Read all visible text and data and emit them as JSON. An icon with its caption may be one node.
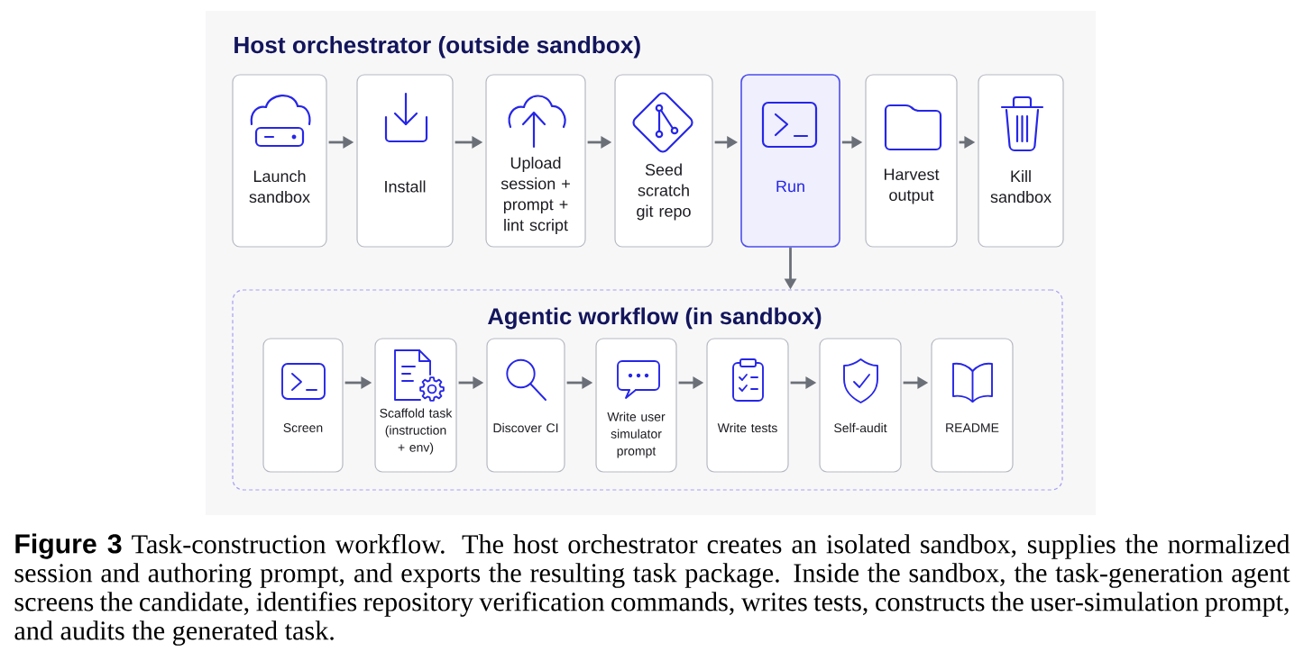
{
  "diagram": {
    "title": "Host orchestrator (outside sandbox)",
    "caption": "**Figure 3** Task-construction workflow. The host orchestrator creates an isolated sandbox, supplies the normalized session and authoring prompt, and exports the resulting task package. Inside the sandbox, the task-generation agent screens the candidate, identifies repository verification commands, writes tests, constructs the user-simulation prompt, and audits the generated task.",
    "nodes": [
      {
        "text": [
          "Launch sandbox"
        ]
      },
      {
        "text": [
          "Install"
        ]
      },
      {
        "text": [
          "Upload session + prompt + lint script"
        ]
      },
      {
        "text": [
          "Seed scratch git repo"
        ]
      },
      {
        "text": [
          "Run"
        ]
      },
      {
        "text": [
          "Harvest output"
        ]
      },
      {
        "text": [
          "Kill sandbox"
        ]
      },
      {
        "text": [
          "Agentic workflow (in sandbox)"
        ]
      },
      {
        "text": [
          "Screen"
        ],
        "in": 7
      },
      {
        "text": [
          "Scaffold task (instruction + env)"
        ],
        "in": 7
      },
      {
        "text": [
          "Discover CI"
        ],
        "in": 7
      },
      {
        "text": [
          "Write user simulator prompt"
        ],
        "in": 7
      },
      {
        "text": [
          "Write tests"
        ],
        "in": 7
      },
      {
        "text": [
          "Self-audit"
        ],
        "in": 7
      },
      {
        "text": [
          "README"
        ],
        "in": 7
      }
    ],
    "edges": [
      {
        "from": 0,
        "to": 1,
        "arrow": "to"
      },
      {
        "from": 1,
        "to": 2,
        "arrow": "to"
      },
      {
        "from": 2,
        "to": 3,
        "arrow": "to"
      },
      {
        "from": 3,
        "to": 4,
        "arrow": "to"
      },
      {
        "from": 4,
        "to": 5,
        "arrow": "to"
      },
      {
        "from": 5,
        "to": 6,
        "arrow": "to"
      },
      {
        "from": 4,
        "to": 7,
        "arrow": "to"
      },
      {
        "from": 8,
        "to": 9,
        "arrow": "to"
      },
      {
        "from": 9,
        "to": 10,
        "arrow": "to"
      },
      {
        "from": 10,
        "to": 11,
        "arrow": "to"
      },
      {
        "from": 11,
        "to": 12,
        "arrow": "to"
      },
      {
        "from": 12,
        "to": 13,
        "arrow": "to"
      },
      {
        "from": 13,
        "to": 14,
        "arrow": "to"
      }
    ]
  }
}
